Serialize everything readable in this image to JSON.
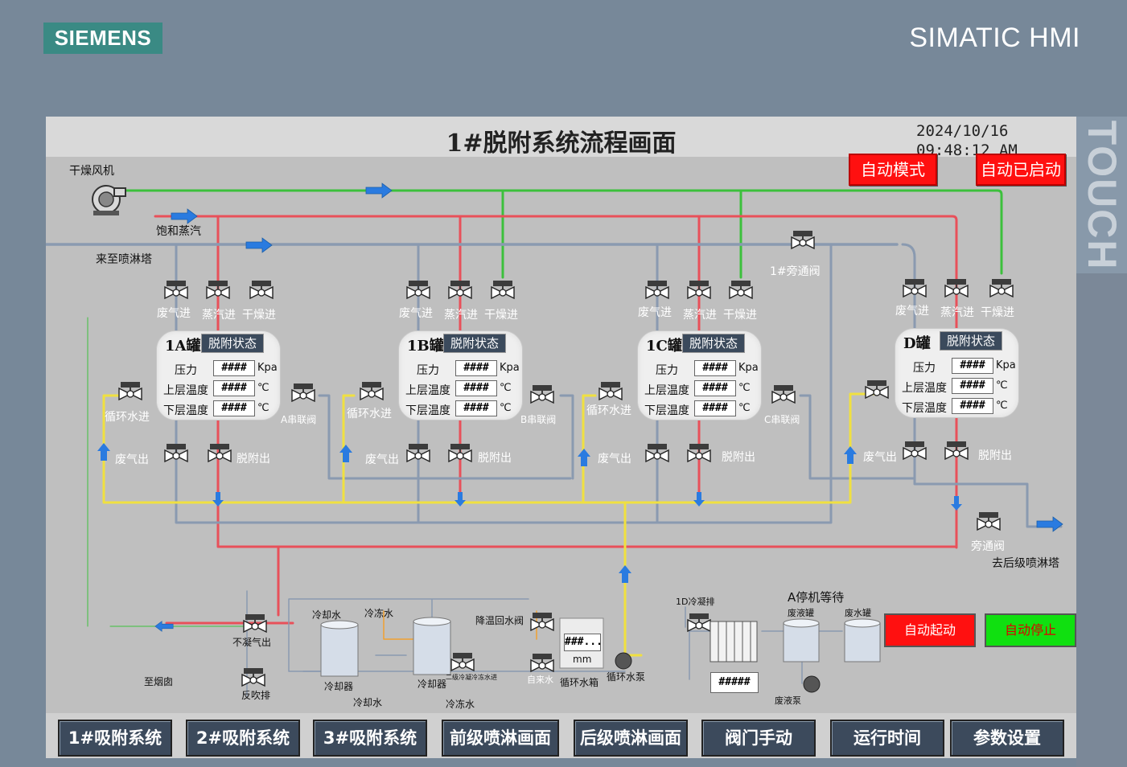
{
  "brand": {
    "logo": "SIEMENS",
    "product": "SIMATIC HMI",
    "side_label": "TOUCH"
  },
  "header": {
    "title": "1#脱附系统流程画面",
    "date": "2024/10/16",
    "time": "09:48:12 AM",
    "mode_button": "自动模式",
    "status_button": "自动已启动"
  },
  "labels": {
    "dry_fan": "干燥风机",
    "sat_steam": "饱和蒸汽",
    "from_spray": "来至喷淋塔",
    "bypass1": "1#旁通阀",
    "bypass": "旁通阀",
    "to_rear_spray": "去后级喷淋塔",
    "dot": "·"
  },
  "tanks": [
    {
      "name": "1A罐",
      "state": "脱附状态",
      "pressure_label": "压力",
      "upper_label": "上层温度",
      "lower_label": "下层温度",
      "pressure": "####",
      "upper": "####",
      "lower": "####",
      "p_unit": "Kpa",
      "t_unit": "℃",
      "gas_in": "废气进",
      "steam_in": "蒸汽进",
      "dry_in": "干燥进",
      "water_in": "循环水进",
      "gas_out": "废气出",
      "desorb_out": "脱附出",
      "series": "A串联阀"
    },
    {
      "name": "1B罐",
      "state": "脱附状态",
      "pressure_label": "压力",
      "upper_label": "上层温度",
      "lower_label": "下层温度",
      "pressure": "####",
      "upper": "####",
      "lower": "####",
      "p_unit": "Kpa",
      "t_unit": "℃",
      "gas_in": "废气进",
      "steam_in": "蒸汽进",
      "dry_in": "干燥进",
      "water_in": "循环水进",
      "gas_out": "废气出",
      "desorb_out": "脱附出",
      "series": "B串联阀"
    },
    {
      "name": "1C罐",
      "state": "脱附状态",
      "pressure_label": "压力",
      "upper_label": "上层温度",
      "lower_label": "下层温度",
      "pressure": "####",
      "upper": "####",
      "lower": "####",
      "p_unit": "Kpa",
      "t_unit": "℃",
      "gas_in": "废气进",
      "steam_in": "蒸汽进",
      "dry_in": "干燥进",
      "water_in": "循环水进",
      "gas_out": "废气出",
      "desorb_out": "脱附出",
      "series": "C串联阀"
    },
    {
      "name": "D罐",
      "state": "脱附状态",
      "pressure_label": "压力",
      "upper_label": "上层温度",
      "lower_label": "下层温度",
      "pressure": "####",
      "upper": "####",
      "lower": "####",
      "p_unit": "Kpa",
      "t_unit": "℃",
      "gas_in": "废气进",
      "steam_in": "蒸汽进",
      "dry_in": "干燥进",
      "gas_out": "废气出",
      "desorb_out": "脱附出"
    }
  ],
  "lower": {
    "noncond_out": "不凝气出",
    "to_chimney": "至烟囱",
    "backflush": "反吹排",
    "cool_water_1": "冷却水",
    "freeze_water_1": "冷冻水",
    "cooler_1": "冷却器",
    "cool_water_2": "冷却水",
    "cooler_2": "冷却器",
    "freeze_water_2": "冷冻水",
    "secondary_valve": "二级冷凝冷冻水进",
    "cool_return": "降温回水阀",
    "tap_water": "自来水",
    "circ_tank": "循环水箱",
    "circ_tank_value": "###...",
    "circ_tank_unit": "mm",
    "circ_pump": "循环水泵",
    "cond_1d": "1D冷凝排",
    "cond_value": "#####",
    "machine_wait": "A停机等待",
    "waste_liquid_tank": "废液罐",
    "waste_water_tank": "废水罐",
    "waste_pump": "废液泵",
    "auto_start": "自动起动",
    "auto_stop": "自动停止"
  },
  "nav": [
    "1#吸附系统",
    "2#吸附系统",
    "3#吸附系统",
    "前级喷淋画面",
    "后级喷淋画面",
    "阀门手动",
    "运行时间",
    "参数设置"
  ],
  "colors": {
    "steam": "#e8505a",
    "dry_air": "#3cc03c",
    "gas": "#8a9ab0",
    "water": "#f0e040",
    "arrow": "#2a7be0",
    "brand": "#3a8a84",
    "alarm_red": "#ff1010",
    "run_green": "#10e010"
  }
}
